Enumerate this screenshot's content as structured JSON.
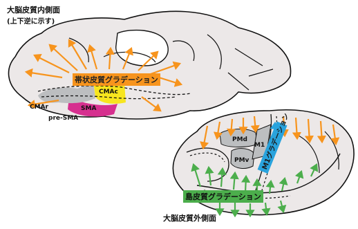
{
  "medial": {
    "title": "大脳皮質内側面",
    "subtitle": "(上下逆に示す)",
    "gradation_label": "帯状皮質グラデーション",
    "areas": {
      "cmac": "CMAc",
      "sma": "SMA",
      "cmar": "CMAr",
      "presma": "pre-SMA"
    }
  },
  "lateral": {
    "title": "大脳皮質外側面",
    "insula_label": "島皮質グラデーション",
    "m1_label": "M1グラデーション",
    "areas": {
      "pmd": "PMd",
      "pmv": "PMv",
      "m1": "M1"
    }
  },
  "colors": {
    "orange": "#f7941d",
    "green": "#4cae4c",
    "blue": "#29a3dd",
    "yellow": "#f7e51e",
    "magenta": "#d6308f",
    "gray_area": "#bcbec0",
    "cortex_fill": "#ece8e8",
    "outline": "#111111"
  }
}
